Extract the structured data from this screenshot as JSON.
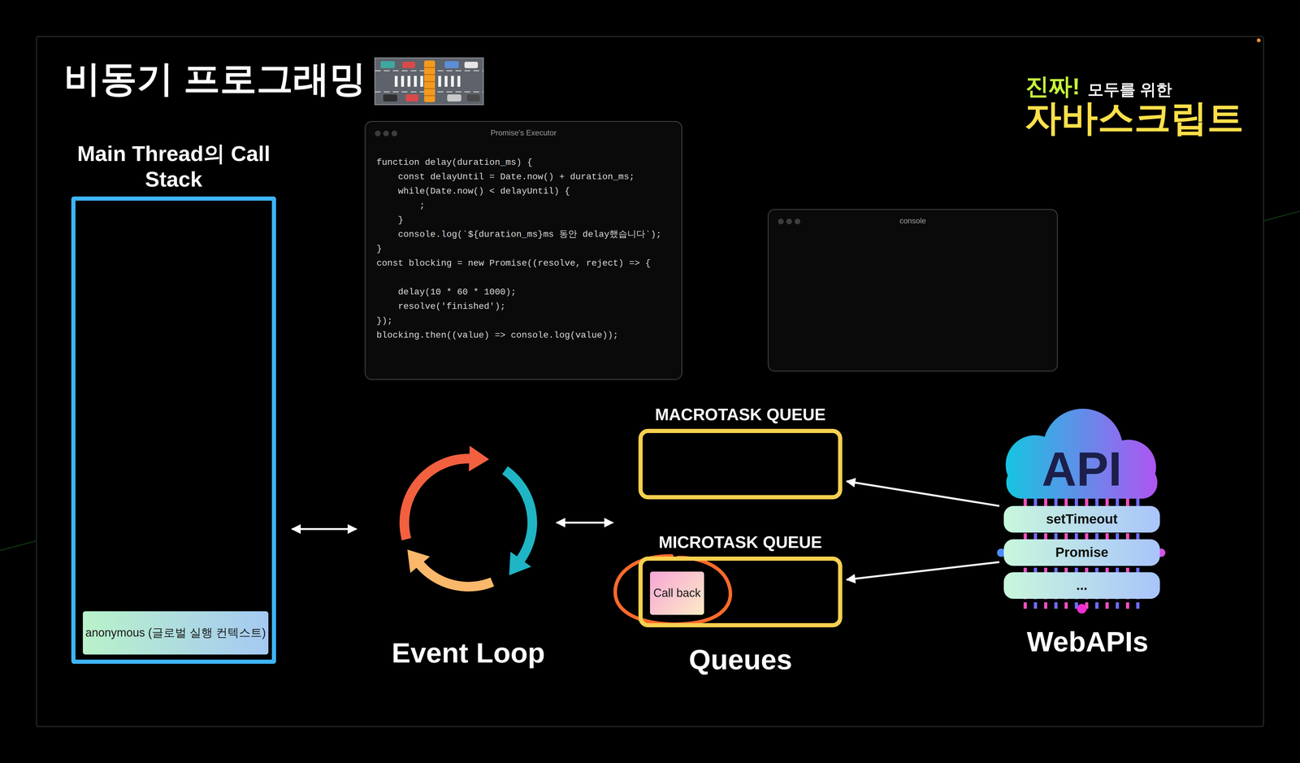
{
  "diagram": {
    "title": "비동기 프로그래밍",
    "nodes": [
      {
        "text": [
          "Main Thread의 Call Stack"
        ]
      },
      {
        "text": [
          "anonymous (글로벌 실행 컨텍스트)"
        ],
        "in": 0
      },
      {
        "text": [
          "Promise's Executor",
          "function delay(duration_ms) {",
          "    const delayUntil = Date.now() + duration_ms;",
          "    while(Date.now() < delayUntil) {",
          "        ;",
          "    }",
          "    console.log(`${duration_ms}ms 동안 delay했습니다`);",
          "}",
          "const blocking = new Promise((resolve, reject) => {",
          "    delay(10 * 60 * 1000);",
          "    resolve('finished');",
          "});",
          "blocking.then((value) => console.log(value));"
        ]
      },
      {
        "text": [
          "console"
        ]
      },
      {
        "text": [
          "Event Loop"
        ]
      },
      {
        "text": [
          "MACROTASK QUEUE"
        ]
      },
      {
        "text": [
          "MICROTASK QUEUE"
        ]
      },
      {
        "text": [
          "Call back"
        ],
        "in": 6
      },
      {
        "text": [
          "API",
          "WebAPIs"
        ]
      },
      {
        "text": [
          "setTimeout"
        ],
        "in": 8
      },
      {
        "text": [
          "Promise"
        ],
        "in": 8
      },
      {
        "text": [
          "..."
        ],
        "in": 8
      }
    ],
    "edges": [
      {
        "from": 0,
        "to": 4,
        "arrow": "both"
      },
      {
        "from": 9,
        "to": 5,
        "arrow": "to"
      },
      {
        "from": 10,
        "to": 6,
        "arrow": "to"
      }
    ],
    "labels": [
      "Queues",
      "진짜!",
      "모두를 위한",
      "자바스크립트"
    ]
  }
}
